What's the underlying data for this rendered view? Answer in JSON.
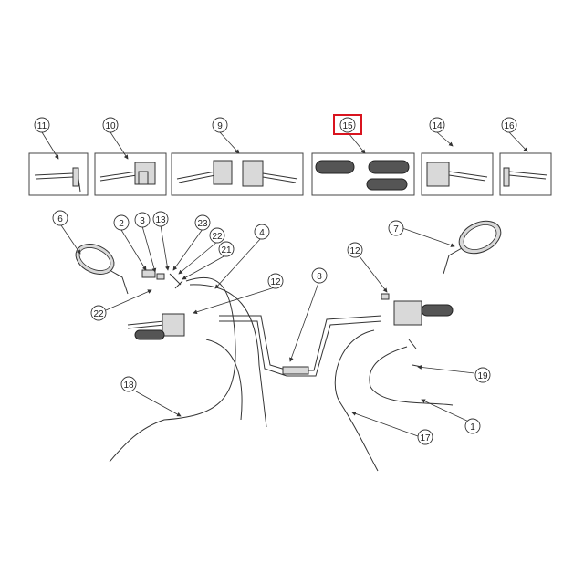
{
  "diagram": {
    "highlight_color": "#d9141f",
    "line_color": "#333333",
    "highlighted_callout": "15",
    "top_row": [
      {
        "label": "11"
      },
      {
        "label": "10"
      },
      {
        "label": "9"
      },
      {
        "label": "15"
      },
      {
        "label": "14"
      },
      {
        "label": "16"
      }
    ],
    "callouts": [
      {
        "label": "6"
      },
      {
        "label": "2"
      },
      {
        "label": "3"
      },
      {
        "label": "13"
      },
      {
        "label": "23"
      },
      {
        "label": "22"
      },
      {
        "label": "21"
      },
      {
        "label": "4"
      },
      {
        "label": "12"
      },
      {
        "label": "22"
      },
      {
        "label": "8"
      },
      {
        "label": "7"
      },
      {
        "label": "12"
      },
      {
        "label": "19"
      },
      {
        "label": "18"
      },
      {
        "label": "1"
      },
      {
        "label": "17"
      }
    ]
  }
}
